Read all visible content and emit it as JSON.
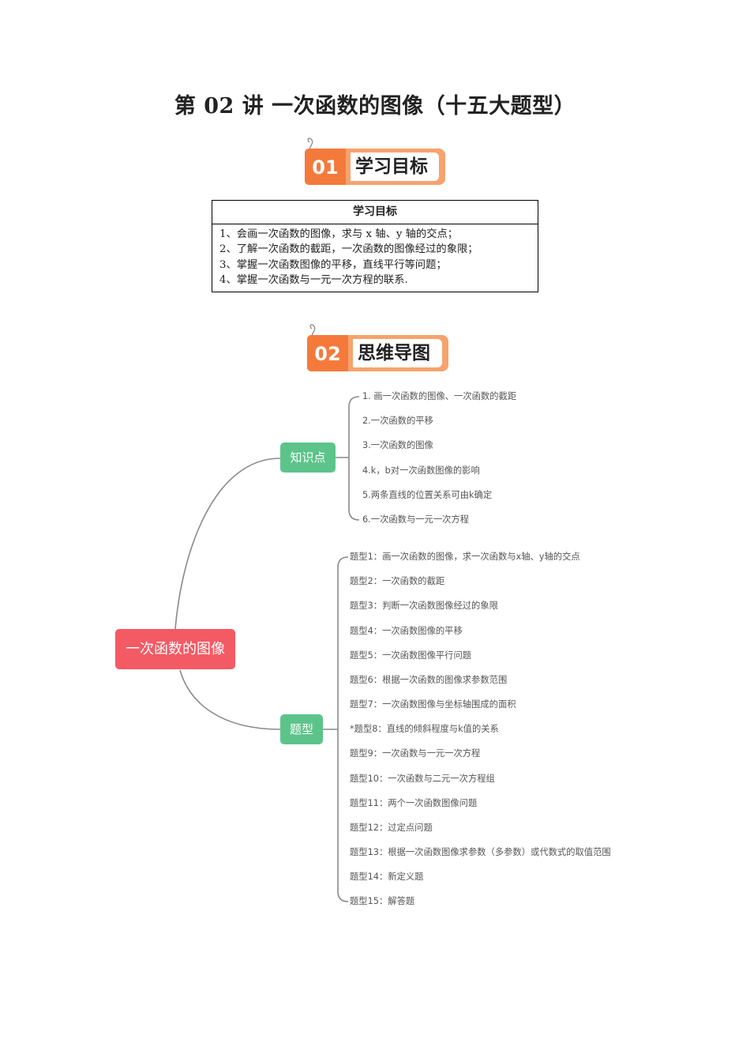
{
  "title": "第 02 讲  一次函数的图像（十五大题型）",
  "section1": {
    "number": "01",
    "label": "学习目标"
  },
  "goals_table": {
    "header": "学习目标",
    "lines": [
      "1、会画一次函数的图像，求与 x 轴、y 轴的交点；",
      "2、了解一次函数的截距，一次函数的图像经过的象限；",
      "3、掌握一次函数图像的平移，直线平行等问题；",
      "4、掌握一次函数与一元一次方程的联系."
    ]
  },
  "section2": {
    "number": "02",
    "label": "思维导图"
  },
  "mindmap": {
    "root": "一次函数的图像",
    "branch_knowledge": {
      "label": "知识点",
      "items": [
        "1. 画一次函数的图像、一次函数的截距",
        "2.一次函数的平移",
        "3.一次函数的图像",
        "4.k，b对一次函数图像的影响",
        "5.两条直线的位置关系可由k确定",
        "6.一次函数与一元一次方程"
      ]
    },
    "branch_types": {
      "label": "题型",
      "items": [
        "题型1：画一次函数的图像，求一次函数与x轴、y轴的交点",
        "题型2：一次函数的截距",
        "题型3：判断一次函数图像经过的象限",
        "题型4：一次函数图像的平移",
        "题型5：一次函数图像平行问题",
        "题型6：根据一次函数的图像求参数范围",
        "题型7：一次函数图像与坐标轴围成的面积",
        "*题型8：直线的倾斜程度与k值的关系",
        "题型9：一次函数与一元一次方程",
        "题型10：一次函数与二元一次方程组",
        "题型11：两个一次函数图像问题",
        "题型12：过定点问题",
        "题型13：根据一次函数图像求参数（多参数）或代数式的取值范围",
        "题型14：新定义题",
        "题型15：解答题"
      ]
    }
  },
  "colors": {
    "badge_dark": "#f47a3c",
    "badge_light": "#f6a36d",
    "root_node": "#f45a64",
    "branch_node": "#5cc48a",
    "line": "#8a8a8a"
  }
}
